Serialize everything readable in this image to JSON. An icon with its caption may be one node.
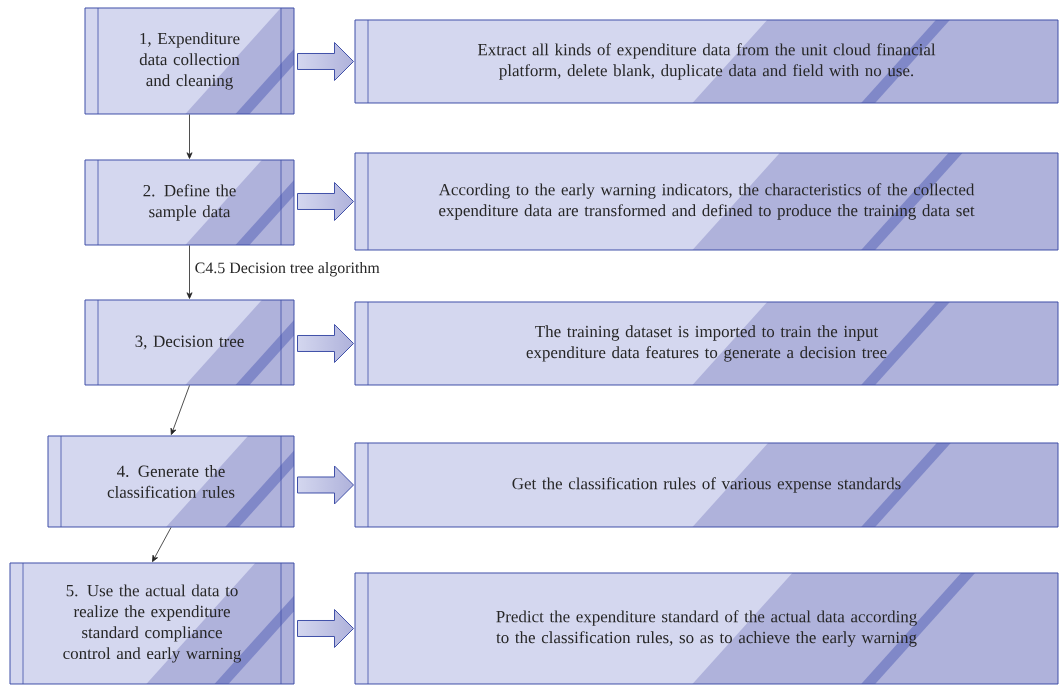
{
  "diagram": {
    "nodes": [
      {
        "text": [
          "1, Expenditure data collection and cleaning"
        ]
      },
      {
        "text": [
          "Extract all kinds of expenditure data from the unit cloud financial platform, delete blank, duplicate data and field with no use."
        ]
      },
      {
        "text": [
          "2. Define the sample data"
        ]
      },
      {
        "text": [
          "According to the early warning indicators, the characteristics of the collected expenditure data are transformed and defined to produce the training data set"
        ]
      },
      {
        "text": [
          "3, Decision tree"
        ]
      },
      {
        "text": [
          "The training dataset is imported to train the input expenditure data features to generate a decision tree"
        ]
      },
      {
        "text": [
          "4. Generate the classification rules"
        ]
      },
      {
        "text": [
          "Get the classification rules of various expense standards"
        ]
      },
      {
        "text": [
          "5. Use the actual data to realize the expenditure standard compliance control and early warning"
        ]
      },
      {
        "text": [
          "Predict the expenditure standard of the actual data according to the classification rules, so as to achieve the early warning"
        ]
      }
    ],
    "edges": [
      {
        "from": 0,
        "to": 1,
        "arrow": "to",
        "style": "thick"
      },
      {
        "from": 2,
        "to": 3,
        "arrow": "to",
        "style": "thick"
      },
      {
        "from": 4,
        "to": 5,
        "arrow": "to",
        "style": "thick"
      },
      {
        "from": 6,
        "to": 7,
        "arrow": "to",
        "style": "thick"
      },
      {
        "from": 8,
        "to": 9,
        "arrow": "to",
        "style": "thick"
      },
      {
        "from": 0,
        "to": 2,
        "arrow": "to",
        "color": "#222222"
      },
      {
        "from": 2,
        "to": 4,
        "arrow": "to",
        "color": "#222222",
        "label": "C4.5 Decision tree algorithm"
      },
      {
        "from": 4,
        "to": 6,
        "arrow": "to",
        "color": "#222222"
      },
      {
        "from": 6,
        "to": 8,
        "arrow": "to",
        "color": "#222222"
      }
    ]
  }
}
